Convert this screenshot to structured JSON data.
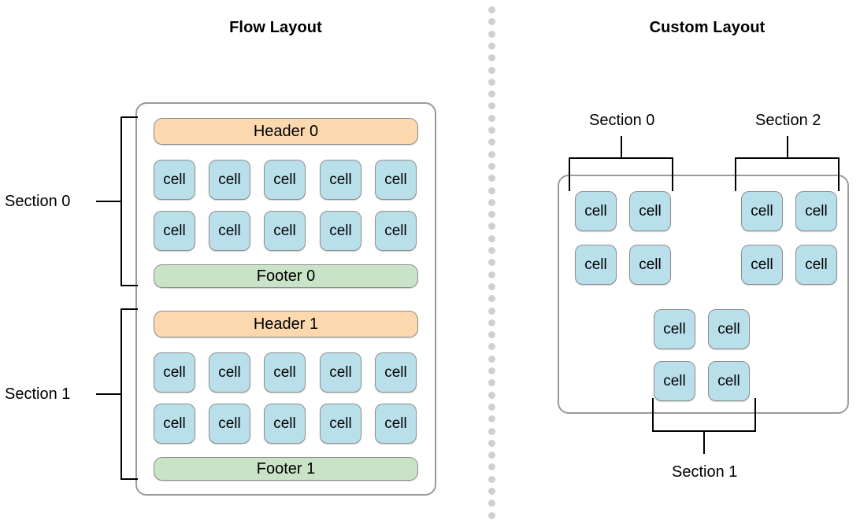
{
  "panels": [
    {
      "id": "flow",
      "title": "Flow Layout"
    },
    {
      "id": "custom",
      "title": "Custom Layout"
    }
  ],
  "flow_layout": {
    "sections": [
      {
        "bracket_label": "Section 0",
        "header": "Header 0",
        "footer": "Footer 0",
        "rows": [
          [
            "cell",
            "cell",
            "cell",
            "cell",
            "cell"
          ],
          [
            "cell",
            "cell",
            "cell",
            "cell",
            "cell"
          ]
        ]
      },
      {
        "bracket_label": "Section 1",
        "header": "Header 1",
        "footer": "Footer 1",
        "rows": [
          [
            "cell",
            "cell",
            "cell",
            "cell",
            "cell"
          ],
          [
            "cell",
            "cell",
            "cell",
            "cell",
            "cell"
          ]
        ]
      }
    ]
  },
  "custom_layout": {
    "groups": [
      {
        "bracket_label": "Section 0",
        "bracket_side": "top",
        "rows": [
          [
            "cell",
            "cell"
          ],
          [
            "cell",
            "cell"
          ]
        ]
      },
      {
        "bracket_label": "Section 2",
        "bracket_side": "top",
        "rows": [
          [
            "cell",
            "cell"
          ],
          [
            "cell",
            "cell"
          ]
        ]
      },
      {
        "bracket_label": "Section 1",
        "bracket_side": "bottom",
        "rows": [
          [
            "cell",
            "cell"
          ],
          [
            "cell",
            "cell"
          ]
        ]
      }
    ]
  },
  "divider": {
    "style": "dotted-vertical",
    "dot_count": 43
  },
  "colors": {
    "header_fill": "#fbd8ae",
    "footer_fill": "#c9e3c6",
    "cell_fill": "#b9dfeb",
    "cell_stroke": "#8e8e8e",
    "container_stroke": "#9a9a9a",
    "bracket_stroke": "#000000",
    "divider_dot": "#cfcfcf",
    "text": "#000000",
    "background": "#ffffff"
  }
}
